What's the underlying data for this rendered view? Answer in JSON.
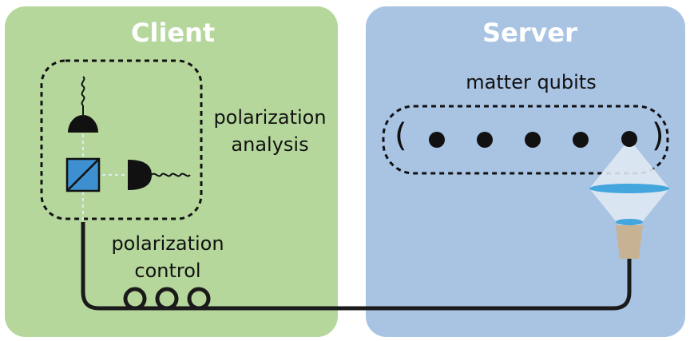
{
  "client": {
    "title": "Client",
    "color": "#b5d79c"
  },
  "server": {
    "title": "Server",
    "color": "#a9c3e3"
  },
  "labels": {
    "polarization_analysis_line1": "polarization",
    "polarization_analysis_line2": "analysis",
    "polarization_control_line1": "polarization",
    "polarization_control_line2": "control",
    "matter_qubits": "matter qubits"
  },
  "qubits": {
    "count": 5,
    "left_paren": "(",
    "right_paren": ")"
  },
  "colors": {
    "fiber": "#1a1a1a",
    "beam_splitter": "#3d8fd0",
    "lens": "#43a6dd",
    "light_cone": "#dfe9f3",
    "fiber_coupler": "#c7b393"
  }
}
